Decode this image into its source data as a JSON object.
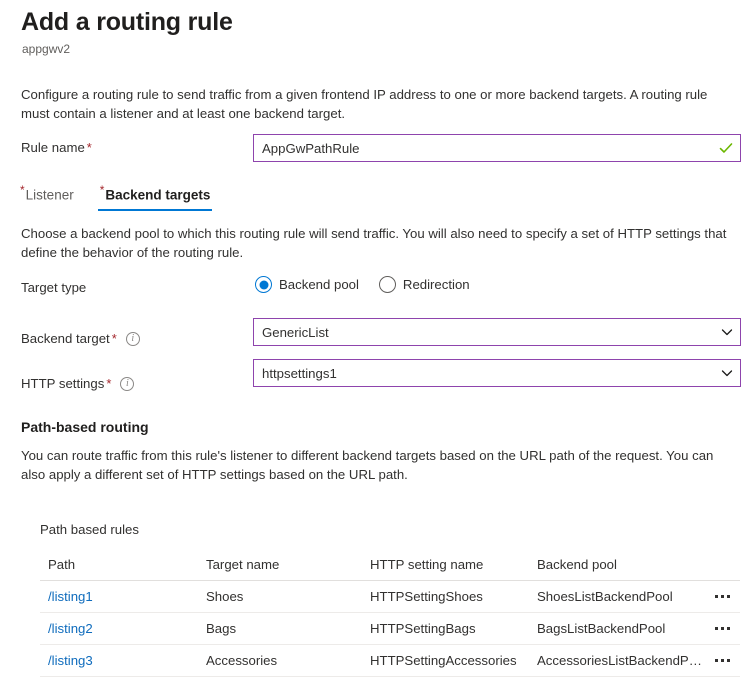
{
  "header": {
    "title": "Add a routing rule",
    "subtitle": "appgwv2"
  },
  "intro": "Configure a routing rule to send traffic from a given frontend IP address to one or more backend targets. A routing rule must contain a listener and at least one backend target.",
  "rule_name": {
    "label": "Rule name",
    "required_marker": "*",
    "value": "AppGwPathRule",
    "valid_icon": "green-check-icon",
    "border_color": "#8e44ad",
    "check_color": "#6bb700"
  },
  "tabs": [
    {
      "label": "Listener",
      "required_marker": "*",
      "active": false
    },
    {
      "label": "Backend targets",
      "required_marker": "*",
      "active": true
    }
  ],
  "tab_accent_color": "#0078d4",
  "blurb": "Choose a backend pool to which this routing rule will send traffic. You will also need to specify a set of HTTP settings that define the behavior of the routing rule.",
  "target_type": {
    "label": "Target type",
    "options": [
      {
        "label": "Backend pool",
        "selected": true
      },
      {
        "label": "Redirection",
        "selected": false
      }
    ],
    "accent_color": "#0078d4"
  },
  "fields": [
    {
      "label": "Backend target",
      "required_marker": "*",
      "info_icon": "info-icon",
      "value": "GenericList",
      "chevron": "chevron-down-icon"
    },
    {
      "label": "HTTP settings",
      "required_marker": "*",
      "info_icon": "info-icon",
      "value": "httpsettings1",
      "chevron": "chevron-down-icon"
    }
  ],
  "path_based_routing": {
    "title": "Path-based routing",
    "description": "You can route traffic from this rule's listener to different backend targets based on the URL path of the request. You can also apply a different set of HTTP settings based on the URL path.",
    "table_caption": "Path based rules",
    "columns": [
      "Path",
      "Target name",
      "HTTP setting name",
      "Backend pool"
    ],
    "rows": [
      {
        "path": "/listing1",
        "target_name": "Shoes",
        "http_setting_name": "HTTPSettingShoes",
        "backend_pool": "ShoesListBackendPool",
        "menu": "more-options"
      },
      {
        "path": "/listing2",
        "target_name": "Bags",
        "http_setting_name": "HTTPSettingBags",
        "backend_pool": "BagsListBackendPool",
        "menu": "more-options"
      },
      {
        "path": "/listing3",
        "target_name": "Accessories",
        "http_setting_name": "HTTPSettingAccessories",
        "backend_pool": "AccessoriesListBackendP…",
        "menu": "more-options"
      }
    ],
    "link_color": "#0f6cbd"
  }
}
